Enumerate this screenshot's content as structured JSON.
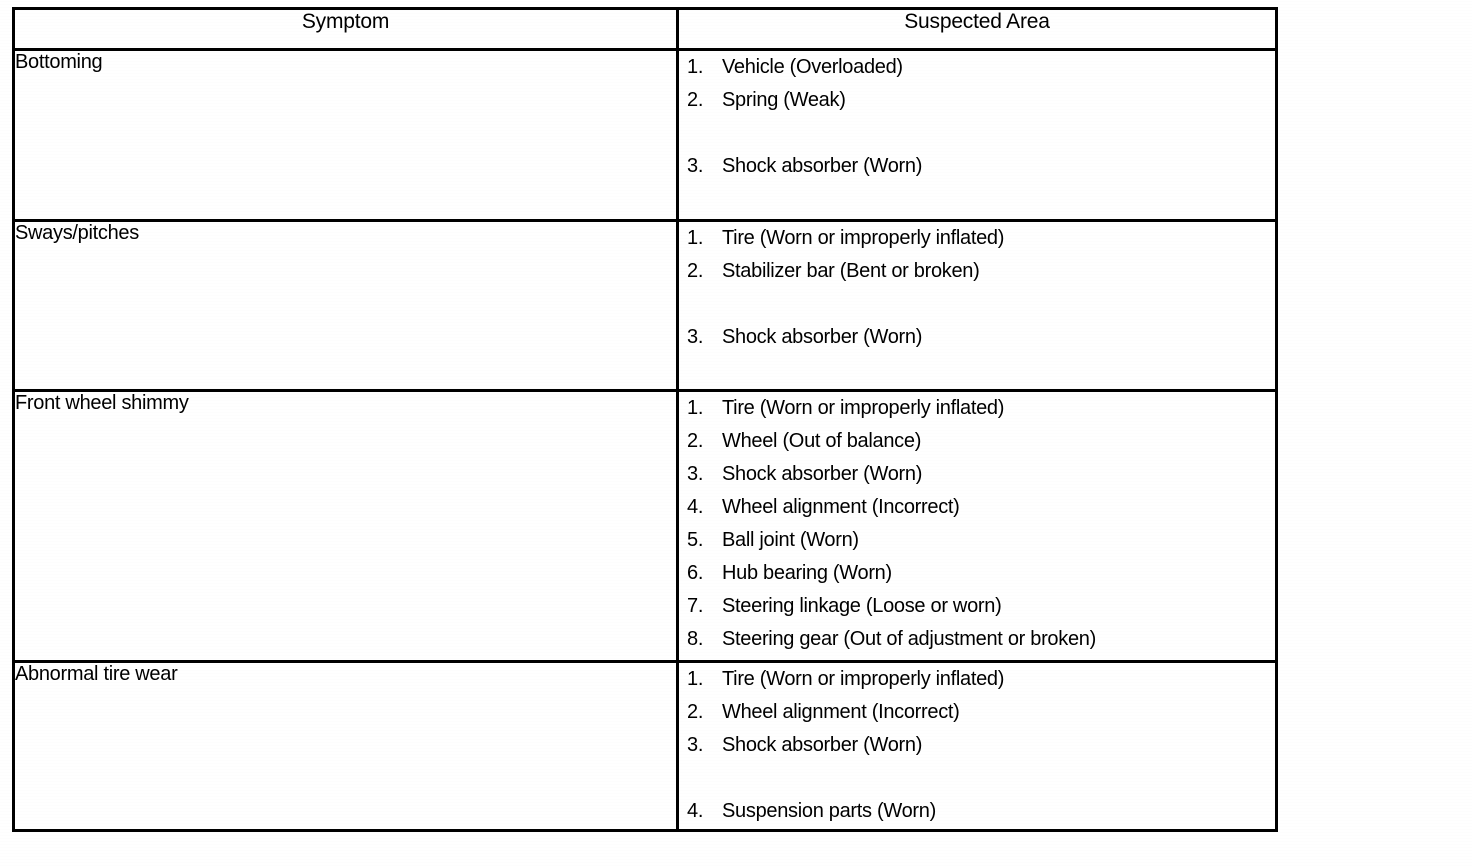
{
  "table": {
    "columns": [
      {
        "id": "symptom",
        "header": "Symptom"
      },
      {
        "id": "suspected_area",
        "header": "Suspected Area"
      }
    ],
    "rows": [
      {
        "symptom": "Bottoming",
        "suspected_area": [
          {
            "num": "1.",
            "text": "Vehicle (Overloaded)",
            "gap_before": false
          },
          {
            "num": "2.",
            "text": "Spring (Weak)",
            "gap_before": false
          },
          {
            "num": "3.",
            "text": "Shock absorber (Worn)",
            "gap_before": true
          }
        ]
      },
      {
        "symptom": "Sways/pitches",
        "suspected_area": [
          {
            "num": "1.",
            "text": "Tire (Worn or improperly inflated)",
            "gap_before": false
          },
          {
            "num": "2.",
            "text": "Stabilizer bar (Bent or broken)",
            "gap_before": false
          },
          {
            "num": "3.",
            "text": "Shock absorber (Worn)",
            "gap_before": true
          }
        ]
      },
      {
        "symptom": "Front wheel shimmy",
        "suspected_area": [
          {
            "num": "1.",
            "text": "Tire (Worn or improperly inflated)",
            "gap_before": false
          },
          {
            "num": "2.",
            "text": "Wheel (Out of balance)",
            "gap_before": false
          },
          {
            "num": "3.",
            "text": "Shock absorber (Worn)",
            "gap_before": false
          },
          {
            "num": "4.",
            "text": "Wheel alignment (Incorrect)",
            "gap_before": false
          },
          {
            "num": "5.",
            "text": "Ball joint (Worn)",
            "gap_before": false
          },
          {
            "num": "6.",
            "text": "Hub bearing (Worn)",
            "gap_before": false
          },
          {
            "num": "7.",
            "text": "Steering linkage (Loose or worn)",
            "gap_before": false
          },
          {
            "num": "8.",
            "text": "Steering gear (Out of adjustment or broken)",
            "gap_before": false
          }
        ]
      },
      {
        "symptom": "Abnormal tire wear",
        "suspected_area": [
          {
            "num": "1.",
            "text": "Tire (Worn or improperly inflated)",
            "gap_before": false
          },
          {
            "num": "2.",
            "text": "Wheel alignment (Incorrect)",
            "gap_before": false
          },
          {
            "num": "3.",
            "text": "Shock absorber (Worn)",
            "gap_before": false
          },
          {
            "num": "4.",
            "text": "Suspension parts (Worn)",
            "gap_before": true
          }
        ]
      }
    ]
  },
  "colors": {
    "ink": "#000000",
    "paper": "#ffffff"
  }
}
